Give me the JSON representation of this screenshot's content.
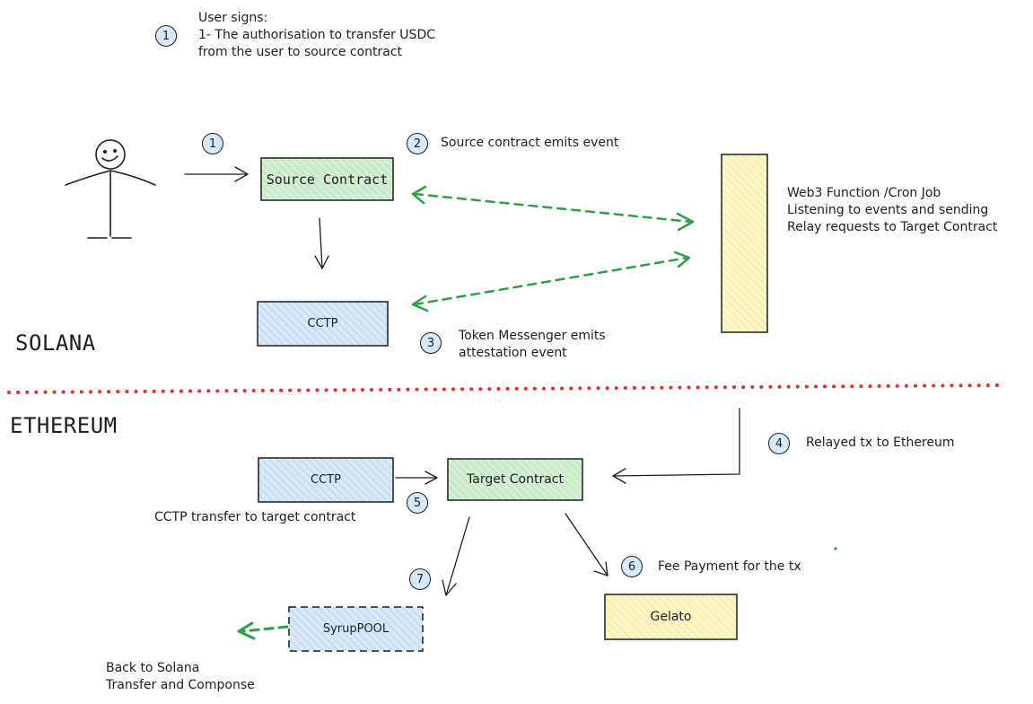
{
  "regions": {
    "top": "SOLANA",
    "bottom": "ETHEREUM"
  },
  "boxes": {
    "source_contract": "Source Contract",
    "cctp_solana": "CCTP",
    "cctp_ethereum": "CCTP",
    "target_contract": "Target Contract",
    "syrup_pool": "SyrupPOOL",
    "gelato": "Gelato"
  },
  "steps": {
    "s1_top": "1",
    "s1_arrow": "1",
    "s2": "2",
    "s3": "3",
    "s4": "4",
    "s5": "5",
    "s6": "6",
    "s7": "7"
  },
  "notes": {
    "user_signs": [
      "User signs:",
      "1- The authorisation to transfer USDC",
      "from the user to source contract"
    ],
    "source_emits": "Source contract emits event",
    "web3_function": [
      "Web3 Function /Cron Job",
      "Listening to events and sending",
      "Relay requests to Target Contract"
    ],
    "token_messenger": [
      "Token Messenger emits",
      "attestation event"
    ],
    "relayed_tx": "Relayed tx to Ethereum",
    "cctp_transfer": "CCTP transfer to target contract",
    "fee_payment": "Fee Payment for the tx",
    "back_to_solana": [
      "Back to Solana",
      "Transfer and Componse"
    ]
  },
  "colors": {
    "green_fill": "#d3f0d5",
    "blue_fill": "#d6e9f8",
    "yellow_fill": "#fdf6c7",
    "dashed_green": "#2f9e44",
    "divider_red": "#e03131",
    "stroke": "#1e1e1e"
  }
}
